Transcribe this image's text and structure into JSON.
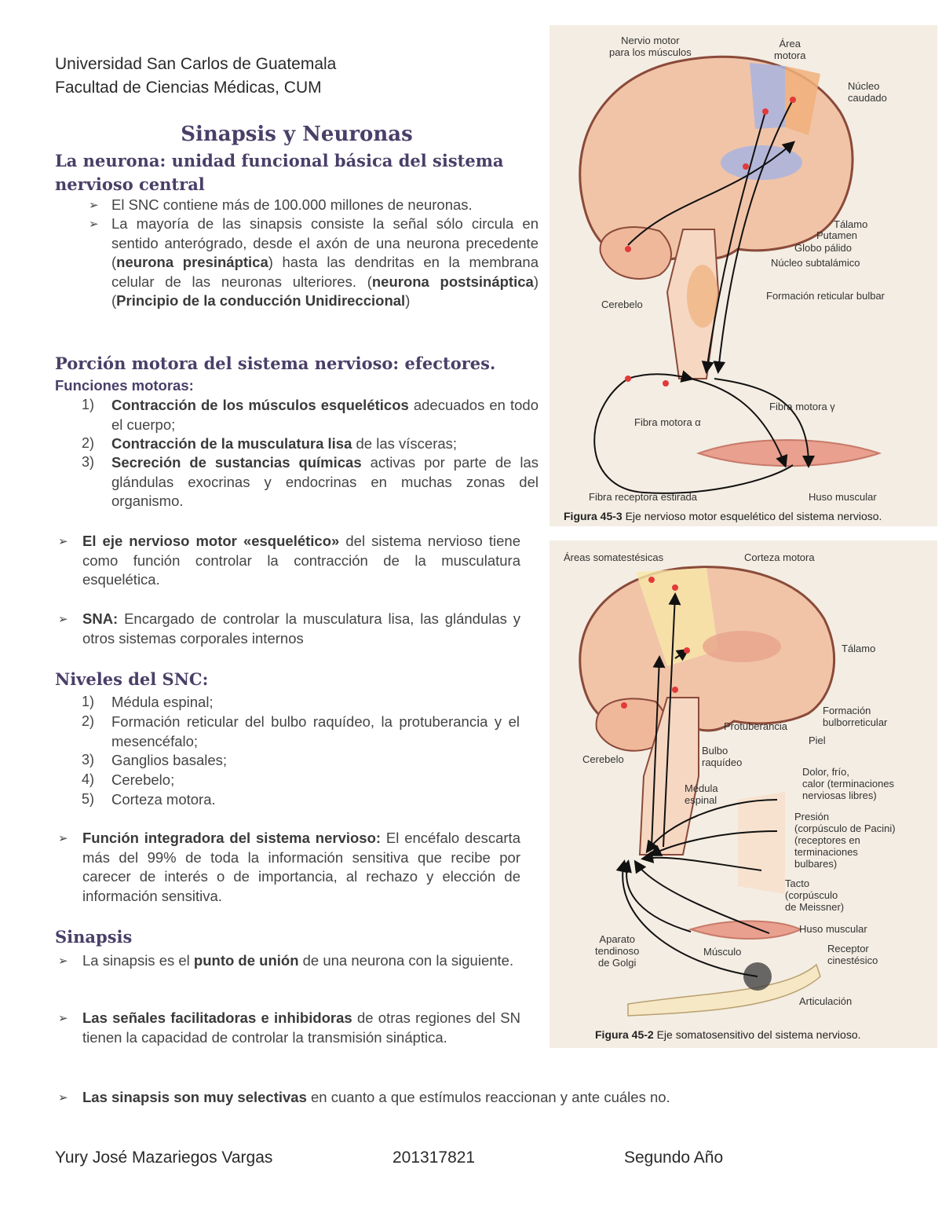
{
  "header": {
    "university": "Universidad San Carlos de Guatemala",
    "faculty": "Facultad de Ciencias Médicas, CUM"
  },
  "title": "Sinapsis y Neuronas",
  "neuron_section": {
    "heading": "La neurona: unidad funcional básica del sistema nervioso central",
    "bullet1": "El SNC contiene más de 100.000 millones de neuronas.",
    "bullet2_parts": [
      "La mayoría de las sinapsis consiste la señal sólo circula en sentido anterógrado, desde el axón de una neurona precedente (",
      "neurona presináptica",
      ") hasta las dendritas en la membrana celular de las neuronas ulteriores. (",
      "neurona postsináptica",
      ") (",
      "Principio de la conducción Unidireccional",
      ")"
    ]
  },
  "motor_section": {
    "heading": "Porción motora del sistema nervioso: efectores.",
    "subheading": "Funciones motoras:",
    "items": [
      {
        "num": "1)",
        "bold": "Contracción de los músculos esqueléticos",
        "rest": " adecuados en todo el cuerpo;"
      },
      {
        "num": "2)",
        "bold": "Contracción de la musculatura lisa",
        "rest": " de las vísceras;"
      },
      {
        "num": "3)",
        "bold": "Secreción de sustancias químicas",
        "rest": " activas por parte de las glándulas exocrinas y endocrinas en muchas zonas del organismo."
      }
    ],
    "axis": {
      "bold": "El eje nervioso motor «esquelético»",
      "rest": " del sistema nervioso tiene como función controlar la contracción de la musculatura esquelética."
    },
    "sna": {
      "bold": "SNA:",
      "rest": " Encargado de controlar la musculatura lisa, las glándulas y otros sistemas corporales internos"
    }
  },
  "levels_section": {
    "heading": "Niveles del SNC:",
    "items": [
      {
        "num": "1)",
        "text": "Médula espinal;"
      },
      {
        "num": "2)",
        "text": "Formación reticular del bulbo raquídeo, la protuberancia y el mesencéfalo;"
      },
      {
        "num": "3)",
        "text": "Ganglios basales;"
      },
      {
        "num": "4)",
        "text": "Cerebelo;"
      },
      {
        "num": "5)",
        "text": "Corteza motora."
      }
    ],
    "integrative": {
      "bold": "Función integradora del sistema nervioso:",
      "rest": " El encéfalo descarta más del 99% de toda la información sensitiva que recibe por carecer de interés o de importancia, al rechazo y elección de información sensitiva."
    }
  },
  "synapse_section": {
    "heading": "Sinapsis",
    "b1": {
      "pre": "La sinapsis es el ",
      "bold": "punto de unión",
      "post": " de una neurona con la siguiente."
    },
    "b2": {
      "bold": "Las señales facilitadoras e inhibidoras",
      "rest": " de otras regiones del SN tienen la capacidad de controlar la transmisión sináptica."
    },
    "b3": {
      "bold": "Las sinapsis son muy selectivas",
      "rest": " en cuanto a que estímulos reaccionan y ante cuáles no."
    }
  },
  "figure1": {
    "labels": {
      "nervio": "Nervio motor\npara los músculos",
      "area": "Área\nmotora",
      "nucleo": "Núcleo\ncaudado",
      "talamo": "Tálamo",
      "putamen": "Putamen",
      "globo": "Globo pálido",
      "subtal": "Núcleo subtalámico",
      "formacion": "Formación reticular bulbar",
      "cerebelo": "Cerebelo",
      "fibra_gamma": "Fibra motora γ",
      "fibra_alfa": "Fibra motora α",
      "receptora": "Fibra receptora estirada",
      "huso": "Huso muscular"
    },
    "caption_num": "Figura 45-3",
    "caption_text": "Eje nervioso motor esquelético del sistema nervioso."
  },
  "figure2": {
    "labels": {
      "areas": "Áreas somatestésicas",
      "corteza": "Corteza motora",
      "talamo": "Tálamo",
      "formacion": "Formación\nbulborreticular",
      "protuberancia": "Protuberancia",
      "cerebelo": "Cerebelo",
      "bulbo": "Bulbo\nraquídeo",
      "piel": "Piel",
      "dolor": "Dolor, frío,\ncalor (terminaciones\nnerviosas libres)",
      "medula": "Médula\nespinal",
      "presion": "Presión\n(corpúsculo de Pacini)\n(receptores en\nterminaciones\nbulbares)",
      "tacto": "Tacto\n(corpúsculo\nde Meissner)",
      "huso": "Huso muscular",
      "aparato": "Aparato\ntendinoso\nde Golgi",
      "musculo": "Músculo",
      "receptor": "Receptor\ncinestésico",
      "articulacion": "Articulación"
    },
    "caption_num": "Figura 45-2",
    "caption_text": "Eje somatosensitivo del sistema nervioso."
  },
  "footer": {
    "name": "Yury José Mazariegos Vargas",
    "id": "201317821",
    "year": "Segundo Año"
  },
  "colors": {
    "heading": "#4a3f68",
    "brain": "#f1c4a8",
    "brain_outline": "#8a4a3a",
    "blue_area": "#a9b4e0",
    "orange_area": "#f0b07a"
  }
}
